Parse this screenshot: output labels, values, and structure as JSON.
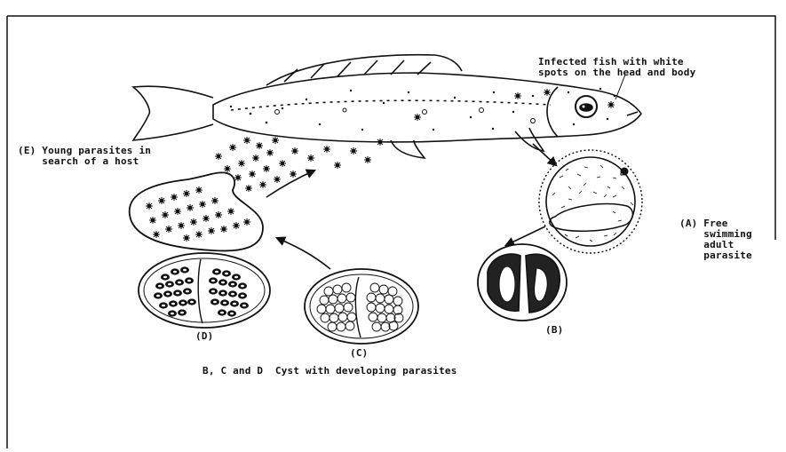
{
  "labels": {
    "fish": "Infected fish with white\nspots on the head and body",
    "young": "(E) Young parasites in\n    search of a host",
    "adult": "(A) Free\n    swimming\n    adult\n    parasite",
    "stage_d": "(D)",
    "stage_c": "(C)",
    "stage_b": "(B)",
    "caption": "B, C and D  Cyst with developing parasites"
  },
  "colors": {
    "ink": "#111111",
    "background": "#ffffff"
  }
}
